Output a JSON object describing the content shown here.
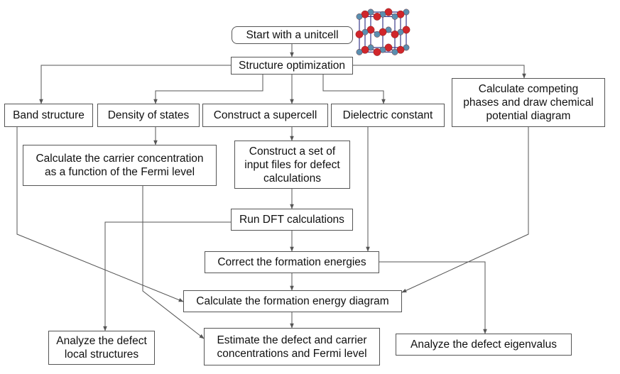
{
  "nodes": {
    "start": "Start with a  unitcell",
    "opt": "Structure optimization",
    "band": "Band structure",
    "dos": "Density of states",
    "supercell": "Construct a supercell",
    "dielectric": "Dielectric constant",
    "competing": "Calculate competing\nphases and draw chemical\npotential diagram",
    "carrier": "Calculate the carrier concentration\nas a function of the Fermi level",
    "inputs": "Construct a set of\ninput files for defect\ncalculations",
    "dft": "Run DFT calculations",
    "correct": "Correct the formation energies",
    "formation": "Calculate the formation energy diagram",
    "local": "Analyze the defect\nlocal structures",
    "estimate": "Estimate the defect and carrier\nconcentrations and Fermi level",
    "eigen": "Analyze the defect eigenvalus"
  },
  "colors": {
    "line": "#555555",
    "oxygen_atom": "#d0262b",
    "cation_atom": "#5a8fb0",
    "bond": "#3a3a8a"
  },
  "icons": {
    "unitcell": "crystal-unitcell-icon"
  }
}
